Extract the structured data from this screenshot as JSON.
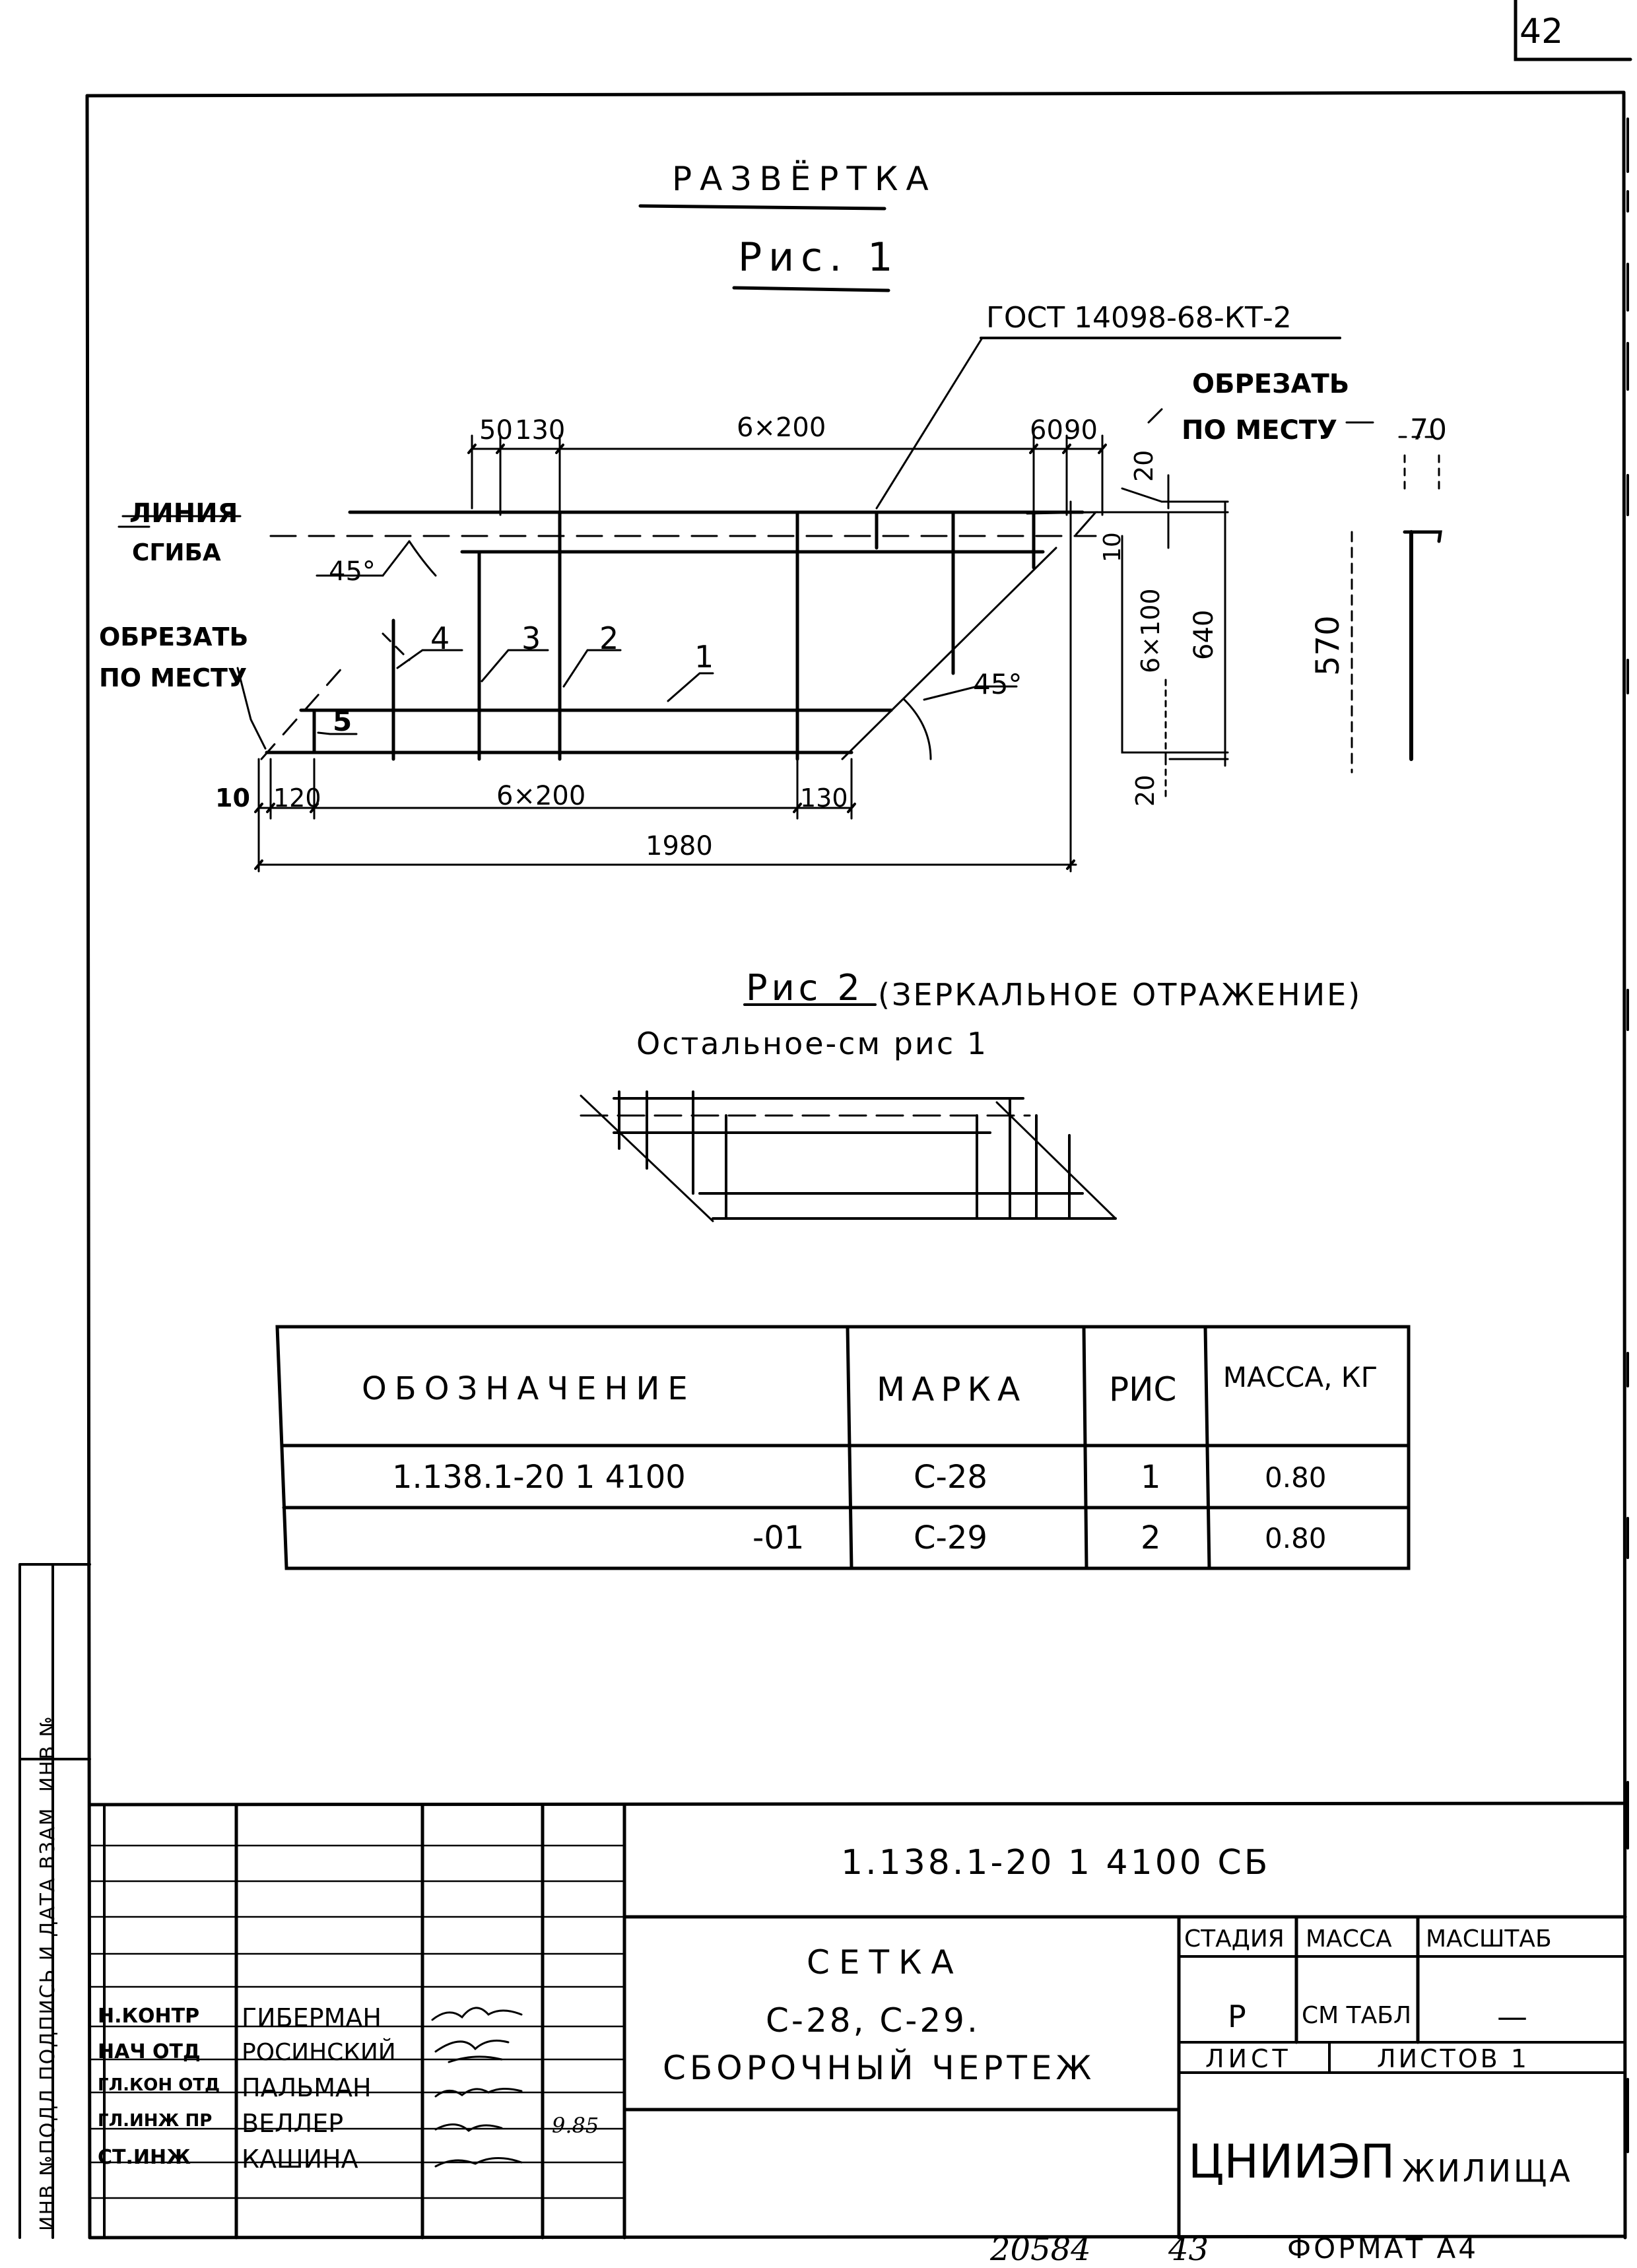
{
  "sheet": {
    "page_number": "42",
    "bottom_number": "20584",
    "bottom_sheet": "43",
    "format": "Формат А4",
    "side_label": "Инв №подл  Подпись и дата  Взам. инв №"
  },
  "figure1": {
    "title": "РАЗВЁРТКА",
    "caption": "Рис. 1",
    "gost": "ГОСТ 14098-68-КТ-2",
    "cut_label_1": "ОБРЕЗАТЬ",
    "cut_label_2": "ПО МЕСТУ",
    "bend_line_1": "ЛИНИЯ",
    "bend_line_2": "СГИБА",
    "angle_a": "45°",
    "angle_b": "45°",
    "dims": {
      "top_50": "50",
      "top_130": "130",
      "top_6x200": "6×200",
      "top_60": "60",
      "top_90": "90",
      "top_70": "70",
      "right_20a": "20",
      "right_10": "10",
      "right_6x100": "6×100",
      "right_640": "640",
      "right_20b": "20",
      "side_570": "570",
      "bot_10": "10",
      "bot_120": "120",
      "bot_6x200": "6×200",
      "bot_130": "130",
      "bot_1980": "1980"
    },
    "positions": [
      "1",
      "2",
      "3",
      "4",
      "5"
    ]
  },
  "figure2": {
    "caption": "Рис 2",
    "caption_note": "(ЗЕРКАЛЬНОЕ ОТРАЖЕНИЕ)",
    "note": "Остальное-см рис 1"
  },
  "spec_table": {
    "headers": [
      "Обозначение",
      "Марка",
      "Рис",
      "Масса, кг"
    ],
    "rows": [
      [
        "1.138.1-20 1 4100",
        "С-28",
        "1",
        "0.80"
      ],
      [
        "-01",
        "С-29",
        "2",
        "0.80"
      ]
    ]
  },
  "title_block": {
    "code": "1.138.1-20 1 4100 СБ",
    "name_1": "Сетка",
    "name_2": "С-28, С-29.",
    "name_3": "Сборочный чертеж",
    "stage_h": "Стадия",
    "mass_h": "Масса",
    "scale_h": "Масштаб",
    "stage_v": "Р",
    "mass_v": "см табл",
    "scale_v": "—",
    "sheet_h": "Лист",
    "sheets_h": "Листов 1",
    "org_a": "ЦНИИЭП",
    "org_b": "жилища",
    "signers": [
      {
        "role": "Н.контр",
        "name": "Гиберман",
        "date": ""
      },
      {
        "role": "Нач отд",
        "name": "Росинский",
        "date": ""
      },
      {
        "role": "Гл.кон отд",
        "name": "Пальман",
        "date": ""
      },
      {
        "role": "Гл.инж пр",
        "name": "Веллер",
        "date": "9.85"
      },
      {
        "role": "Ст.инж",
        "name": "Кашина",
        "date": ""
      }
    ]
  }
}
